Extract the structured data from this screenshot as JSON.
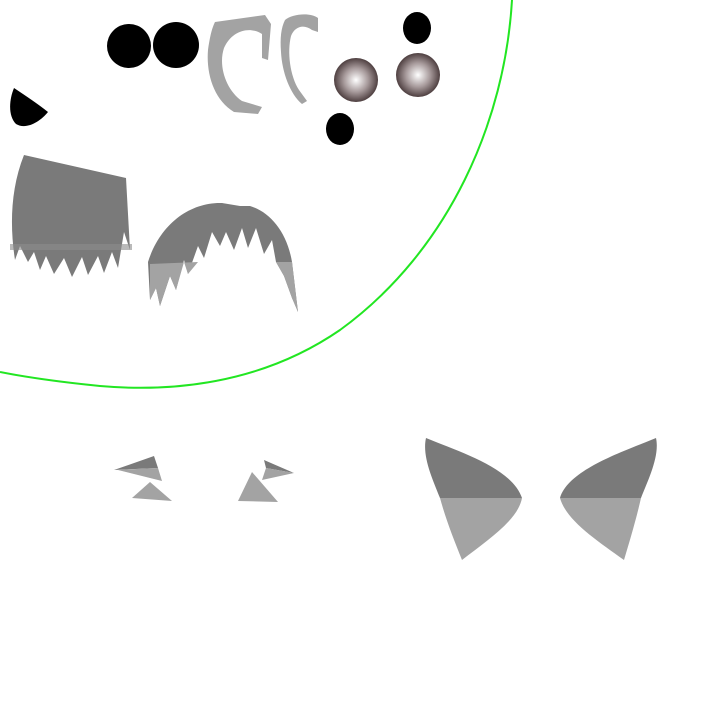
{
  "colors": {
    "background": "#ffffff",
    "boundary_line": "#22e622",
    "dark_fill": "#000000",
    "gray_dark": "#7a7a7a",
    "gray_light": "#a3a3a3",
    "sphere_highlight": "#ffffff",
    "sphere_shadow": "#4e3f40"
  },
  "shapes": [
    {
      "name": "black-dot-large-left"
    },
    {
      "name": "black-dot-large-right"
    },
    {
      "name": "black-dot-small-top"
    },
    {
      "name": "black-dot-small-bottom"
    },
    {
      "name": "black-droplet"
    },
    {
      "name": "gray-arc-left"
    },
    {
      "name": "gray-arc-right"
    },
    {
      "name": "shaded-sphere-left"
    },
    {
      "name": "shaded-sphere-right"
    },
    {
      "name": "gray-fringe-block"
    },
    {
      "name": "gray-hair-dome"
    },
    {
      "name": "green-boundary-curve"
    },
    {
      "name": "small-triangle-pair-left"
    },
    {
      "name": "small-triangle-pair-right"
    },
    {
      "name": "large-ear-shape-left"
    },
    {
      "name": "large-ear-shape-right"
    }
  ]
}
